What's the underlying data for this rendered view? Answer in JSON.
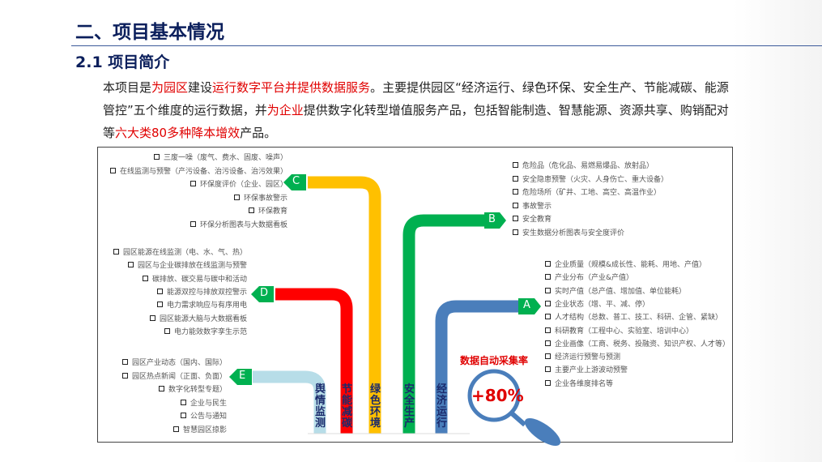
{
  "heading": "二、项目基本情况",
  "subheading": "2.1  项目简介",
  "paragraph": [
    {
      "t": "本项目是",
      "red": false
    },
    {
      "t": "为园区",
      "red": true
    },
    {
      "t": "建设",
      "red": false
    },
    {
      "t": "运行数字平台并提供数据服务",
      "red": true
    },
    {
      "t": "。主要提供园区“经济运行、绿色环保、安全生产、节能减碳、能源管控”五个维度的运行数据，并",
      "red": false
    },
    {
      "t": "为企业",
      "red": true
    },
    {
      "t": "提供数字化转型增值服务产品，包括智能制造、智慧能源、资源共享、购销配对等",
      "red": false
    },
    {
      "t": "六大类80多种降本增效",
      "red": true
    },
    {
      "t": "产品。",
      "red": false
    }
  ],
  "diagram": {
    "C": {
      "badge": "C",
      "label": "绿色环境",
      "items": [
        "三废一噪（废气、费水、固废、噪声）",
        "在线监测与预警（产污设备、治污设备、治污效果）",
        "环保度评价（企业、园区）",
        "环保事故警示",
        "环保教育",
        "环保分析图表与大数据看板"
      ]
    },
    "D": {
      "badge": "D",
      "label": "节能减碳",
      "items": [
        "园区能源在线监测（电、水、气、热）",
        "园区与企业碳排放在线监测与预警",
        "碳排放、碳交易与碳中和活动",
        "能源双控与排放双控警示",
        "电力需求响应与有序用电",
        "园区能源大脑与大数据看板",
        "电力能效数字孪生示范"
      ]
    },
    "E": {
      "badge": "E",
      "label": "舆情监测",
      "items": [
        "园区产业动态（国内、国际）",
        "园区热点新闻（正面、负面）",
        "数字化转型专题）",
        "企业与民生",
        "公告与通知",
        "智慧园区掠影"
      ]
    },
    "B": {
      "badge": "B",
      "label": "安全生产",
      "items": [
        "危险品（危化品、易燃易爆品、放射品）",
        "安全隐患预警（火灾、人身伤亡、重大设备）",
        "危险场所（矿井、工地、高空、高温作业）",
        "事故警示",
        "安全教育",
        "安生数据分析图表与安全度评价"
      ]
    },
    "A": {
      "badge": "A",
      "label": "经济运行",
      "items": [
        "企业质量（规模&成长性、能耗、用地、产值）",
        "产业分布（产业&产值）",
        "实时产值（总产值、增加值、单位能耗）",
        "企业状态（增、平、减、停）",
        "人才结构（总数、普工、技工、科研、企管、紧缺）",
        "科研教育（工程中心、实验室、培训中心）",
        "企业画像（工商、税务、投融资、知识产权、人才等）",
        "经济运行预警与预测",
        "主要产业上游波动预警",
        "企业各维度排名等"
      ]
    },
    "rate_label": "数据自动采集率",
    "rate_value": "+80%",
    "colors": {
      "C": "#ffc000",
      "D": "#ff0000",
      "E": "#b7dde8",
      "B": "#00b050",
      "A": "#4a7ebb",
      "badge": "#00b050"
    }
  }
}
